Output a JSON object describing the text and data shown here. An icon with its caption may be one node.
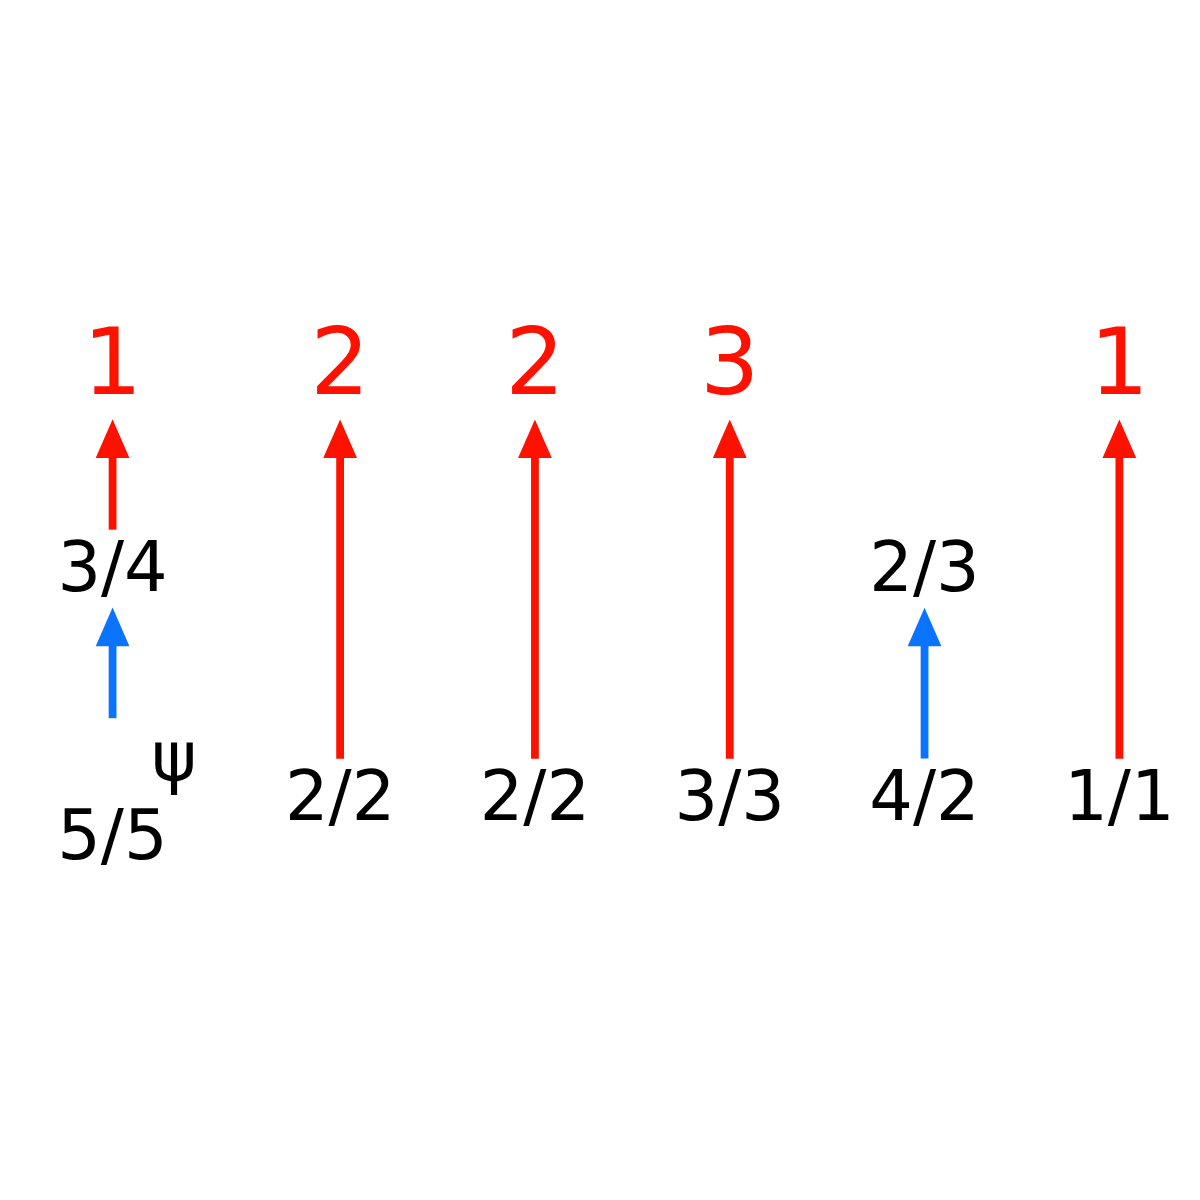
{
  "diagram": {
    "nodes": [
      {
        "text": [
          "1"
        ]
      },
      {
        "text": [
          "2"
        ]
      },
      {
        "text": [
          "2"
        ]
      },
      {
        "text": [
          "3"
        ]
      },
      {
        "text": [
          "1"
        ]
      },
      {
        "text": [
          "3/4"
        ]
      },
      {
        "text": [
          "2/3"
        ]
      },
      {
        "text": [
          "5/5"
        ],
        "beside": [
          "ψ"
        ]
      },
      {
        "text": [
          "2/2"
        ]
      },
      {
        "text": [
          "2/2"
        ]
      },
      {
        "text": [
          "3/3"
        ]
      },
      {
        "text": [
          "4/2"
        ]
      },
      {
        "text": [
          "1/1"
        ]
      }
    ],
    "edges": [
      {
        "from": 7,
        "to": 5,
        "arrow": "to",
        "color": "#0a74ff"
      },
      {
        "from": 5,
        "to": 0,
        "arrow": "to"
      },
      {
        "from": 8,
        "to": 1,
        "arrow": "to"
      },
      {
        "from": 9,
        "to": 2,
        "arrow": "to"
      },
      {
        "from": 10,
        "to": 3,
        "arrow": "to"
      },
      {
        "from": 11,
        "to": 6,
        "arrow": "to",
        "color": "#0a74ff"
      },
      {
        "from": 12,
        "to": 4,
        "arrow": "to"
      }
    ]
  }
}
